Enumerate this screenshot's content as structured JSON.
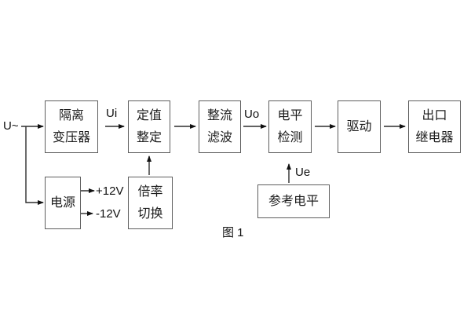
{
  "figure": {
    "caption": "图 1"
  },
  "blocks": {
    "isolation_transformer": {
      "line1": "隔离",
      "line2": "变压器"
    },
    "setpoint_adjust": {
      "line1": "定值",
      "line2": "整定"
    },
    "rectify_filter": {
      "line1": "整流",
      "line2": "滤波"
    },
    "level_detect": {
      "line1": "电平",
      "line2": "检测"
    },
    "drive": {
      "line1": "驱动"
    },
    "output_relay": {
      "line1": "出口",
      "line2": "继电器"
    },
    "power_supply": {
      "line1": "电源"
    },
    "ratio_switch": {
      "line1": "倍率",
      "line2": "切换"
    },
    "reference_level": {
      "line1": "参考电平"
    }
  },
  "signals": {
    "input": "U~",
    "ui": "Ui",
    "uo": "Uo",
    "ue": "Ue",
    "rail_pos": "+12V",
    "rail_neg": "-12V"
  },
  "colors": {
    "background": "#ffffff",
    "box_border": "#5e5e5e",
    "wire": "#2e2e2e",
    "text": "#1a1a1a"
  }
}
